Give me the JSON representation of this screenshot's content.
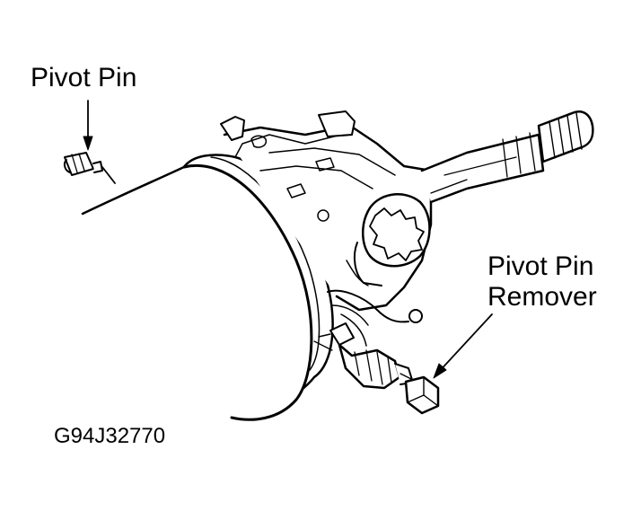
{
  "labels": {
    "pivot_pin": "Pivot Pin",
    "remover_line1": "Pivot Pin",
    "remover_line2": "Remover",
    "figure_code": "G94J32770"
  },
  "colors": {
    "ink": "#000000",
    "paper": "#ffffff"
  }
}
